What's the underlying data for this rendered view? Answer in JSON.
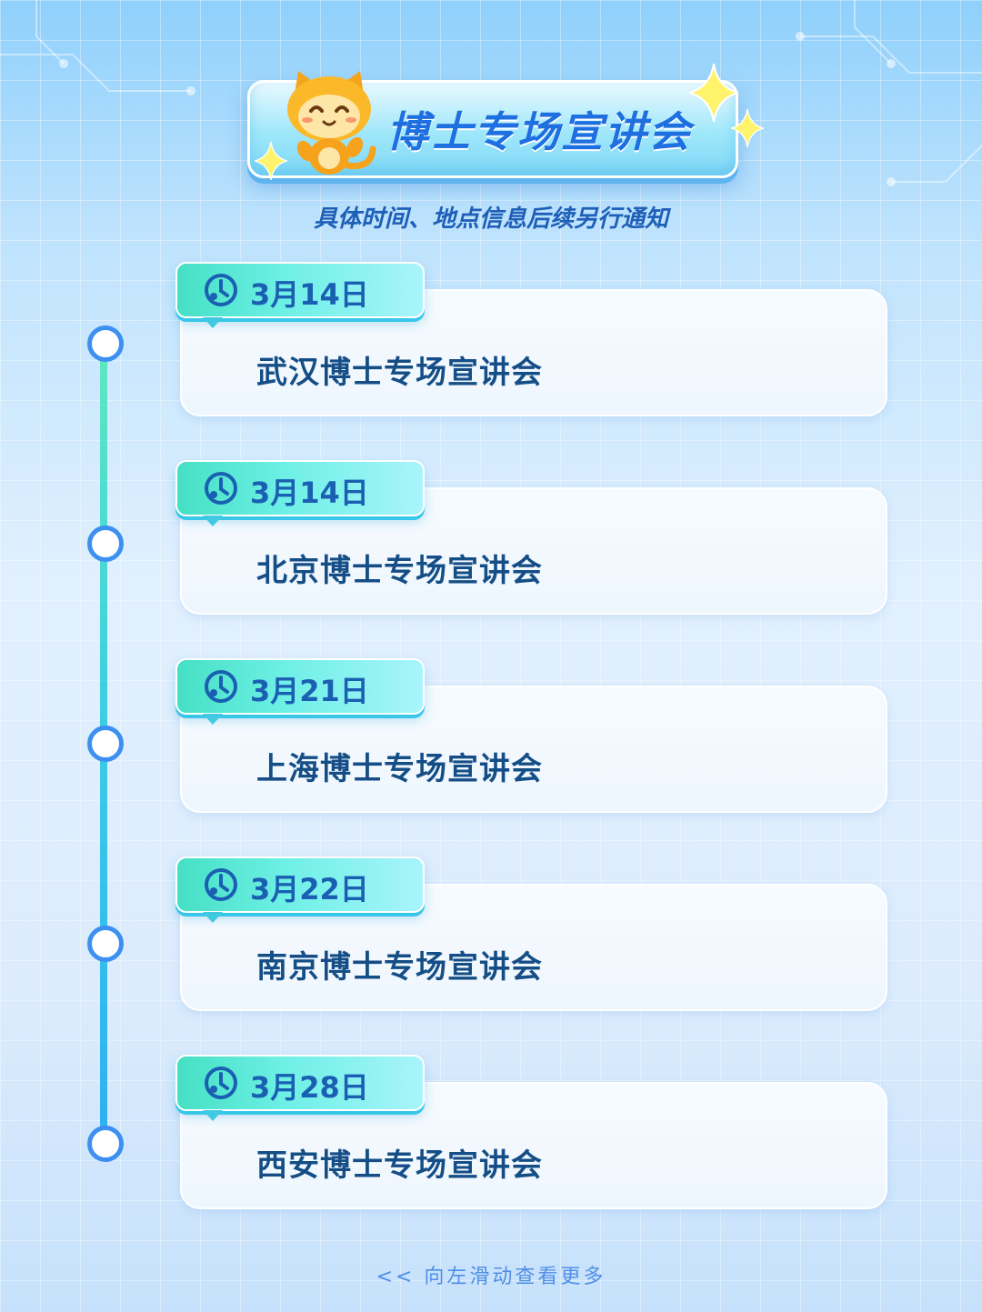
{
  "header": {
    "title": "博士专场宣讲会",
    "subtitle": "具体时间、地点信息后续另行通知"
  },
  "events": [
    {
      "date": "3月14日",
      "title": "武汉博士专场宣讲会"
    },
    {
      "date": "3月14日",
      "title": "北京博士专场宣讲会"
    },
    {
      "date": "3月21日",
      "title": "上海博士专场宣讲会"
    },
    {
      "date": "3月22日",
      "title": "南京博士专场宣讲会"
    },
    {
      "date": "3月28日",
      "title": "西安博士专场宣讲会"
    }
  ],
  "footer": {
    "hint": "<< 向左滑动查看更多"
  },
  "colors": {
    "accent": "#1e6fe0",
    "card_text": "#154e86",
    "tag_gradient_start": "#45e0c4",
    "node_border": "#3d8ff0"
  },
  "icons": {
    "tag": "clock-location-icon",
    "mascot": "cat-mascot-icon",
    "sparkle": "sparkle-icon"
  }
}
